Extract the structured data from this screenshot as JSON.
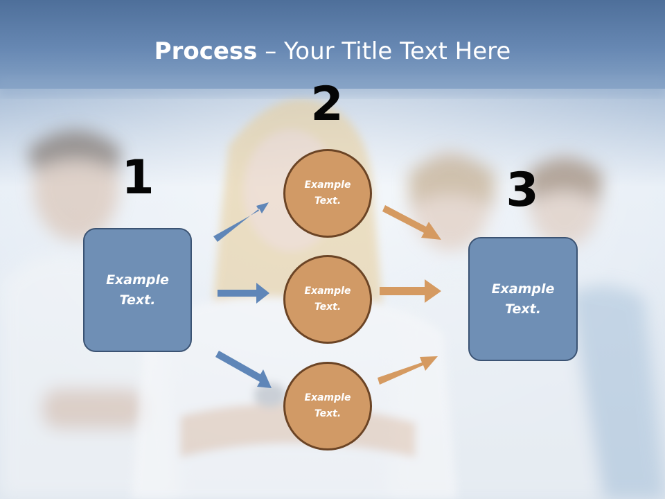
{
  "slide": {
    "title_bold": "Process",
    "title_dash": " – ",
    "title_rest": "Your Title Text Here"
  },
  "steps": {
    "one": {
      "number": "1",
      "text": "Example Text."
    },
    "two": {
      "number": "2",
      "circles": [
        {
          "text": "Example Text."
        },
        {
          "text": "Example Text."
        },
        {
          "text": "Example Text."
        }
      ]
    },
    "three": {
      "number": "3",
      "text": "Example Text."
    }
  },
  "colors": {
    "header_band": "#5a7ba5",
    "box_fill": "#6f8fb5",
    "box_border": "#3b5373",
    "circle_fill": "#d19a66",
    "circle_border": "#6b4425",
    "arrow_blue": "#5f86b8",
    "arrow_orange": "#d59a61",
    "number": "#050505"
  }
}
